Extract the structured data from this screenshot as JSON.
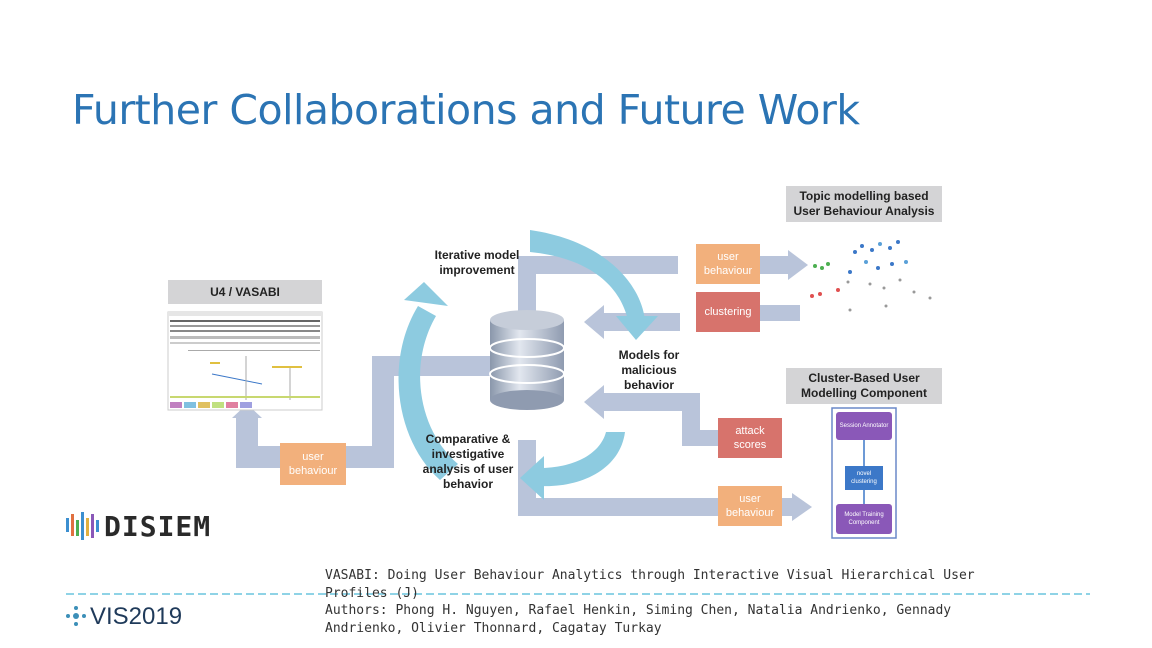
{
  "slide": {
    "title": "Further Collaborations and Future Work"
  },
  "diagram": {
    "u4_header": "U4 / VASABI",
    "topic_header": "Topic modelling based User Behaviour Analysis",
    "cluster_header": "Cluster-Based User Modelling Component",
    "iterative_label": "Iterative model improvement",
    "models_label": "Models for malicious behavior",
    "comparative_label": "Comparative & investigative analysis of user behavior",
    "user_behaviour_top": "user behaviour",
    "clustering": "clustering",
    "attack_scores": "attack scores",
    "user_behaviour_bottom": "user behaviour",
    "user_behaviour_left": "user behaviour",
    "session_annotator": "Session Annotator",
    "novel_clustering": "novel clustering",
    "model_training": "Model Training Component"
  },
  "logos": {
    "disiem": "DISIEM",
    "vis": "VIS2019"
  },
  "caption": {
    "line1": "VASABI: Doing User Behaviour Analytics through Interactive Visual Hierarchical User Profiles (J)",
    "line2": "Authors: Phong H. Nguyen, Rafael Henkin, Siming Chen, Natalia Andrienko, Gennady Andrienko, Olivier Thonnard, Cagatay Turkay"
  },
  "colors": {
    "title": "#2b74b4",
    "arrow_cyan": "#8dcbe0",
    "arrow_gray": "#a9b8d2",
    "orange": "#f2b07c",
    "red": "#d7736c",
    "purple": "#8a58b8",
    "dashed_line": "#8fd3e6"
  }
}
